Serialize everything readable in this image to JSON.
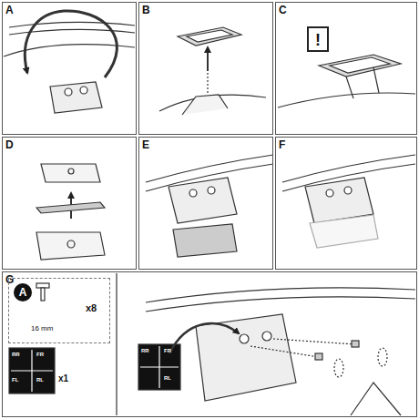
{
  "diagram": {
    "nodes": [
      {
        "text": [
          "A"
        ]
      },
      {
        "text": [
          "B"
        ]
      },
      {
        "text": [
          "C"
        ]
      },
      {
        "text": [
          "!"
        ],
        "in": 2
      },
      {
        "text": [
          "D"
        ]
      },
      {
        "text": [
          "E"
        ]
      },
      {
        "text": [
          "F"
        ]
      },
      {
        "text": [
          "G"
        ]
      },
      {
        "text": [
          "16 mm",
          "x8"
        ],
        "in": 7
      },
      {
        "text": [
          "A"
        ],
        "in": 8
      }
    ],
    "labels": [
      "RR",
      "FR",
      "FL",
      "RL",
      "x1",
      "RR",
      "FR",
      "RL"
    ]
  }
}
